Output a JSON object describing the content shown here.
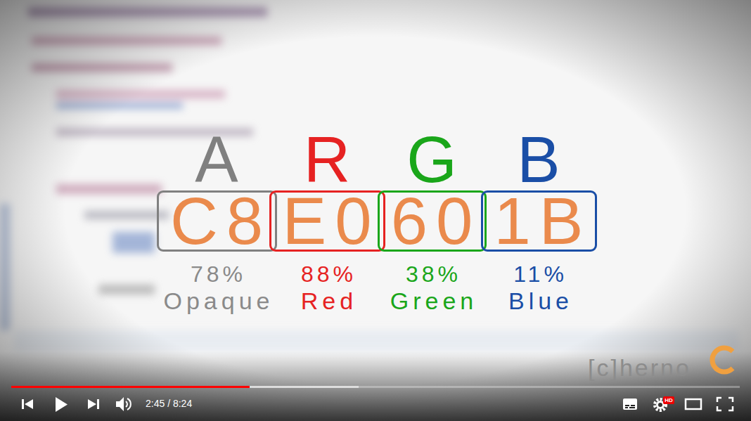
{
  "diagram": {
    "nodes": [
      {
        "text": [
          "A",
          "C8",
          "78%",
          "Opaque"
        ]
      },
      {
        "text": [
          "R",
          "E0",
          "88%",
          "Red"
        ]
      },
      {
        "text": [
          "G",
          "60",
          "38%",
          "Green"
        ]
      },
      {
        "text": [
          "B",
          "1B",
          "11%",
          "Blue"
        ]
      }
    ],
    "labels": [
      "2:45 / 8:24",
      "HD",
      "[c]herno"
    ]
  }
}
